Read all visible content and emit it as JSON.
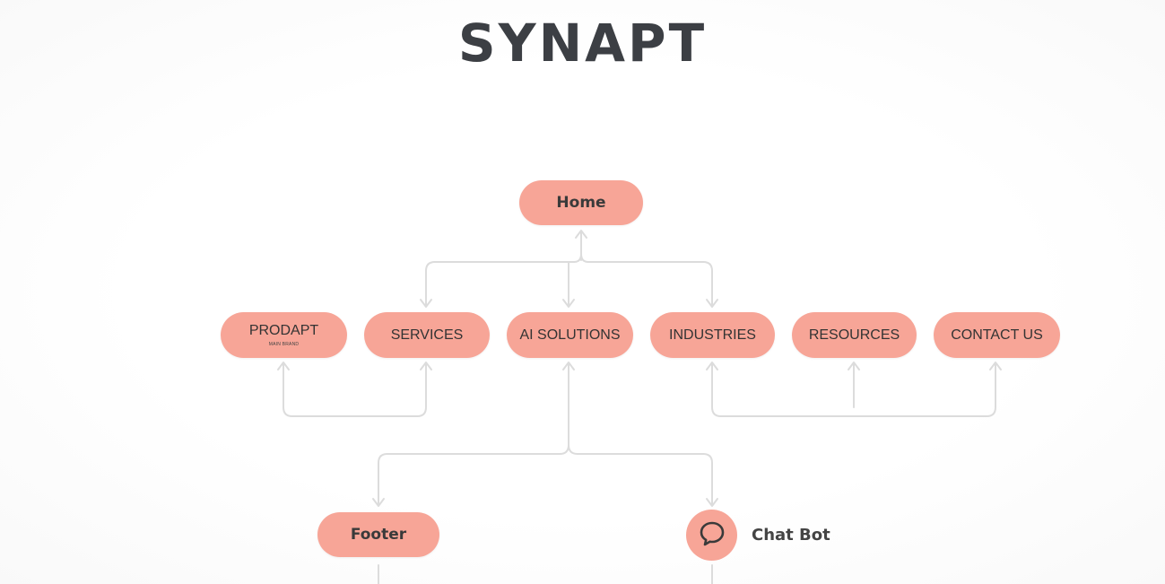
{
  "brand": {
    "title": "SYNAPT"
  },
  "nodes": {
    "home": "Home",
    "prodapt": {
      "label": "PRODAPT",
      "sublabel": "MAIN BRAND"
    },
    "services": "SERVICES",
    "ai_solutions": "AI SOLUTIONS",
    "industries": "INDUSTRIES",
    "resources": "RESOURCES",
    "contact_us": "CONTACT US",
    "footer": "Footer",
    "chat_bot": "Chat Bot"
  },
  "colors": {
    "node_fill": "#f7a597",
    "connector": "#dcdcdc",
    "title": "#3c3f44"
  },
  "icons": {
    "chat_bot": "chat-bubble-icon"
  }
}
